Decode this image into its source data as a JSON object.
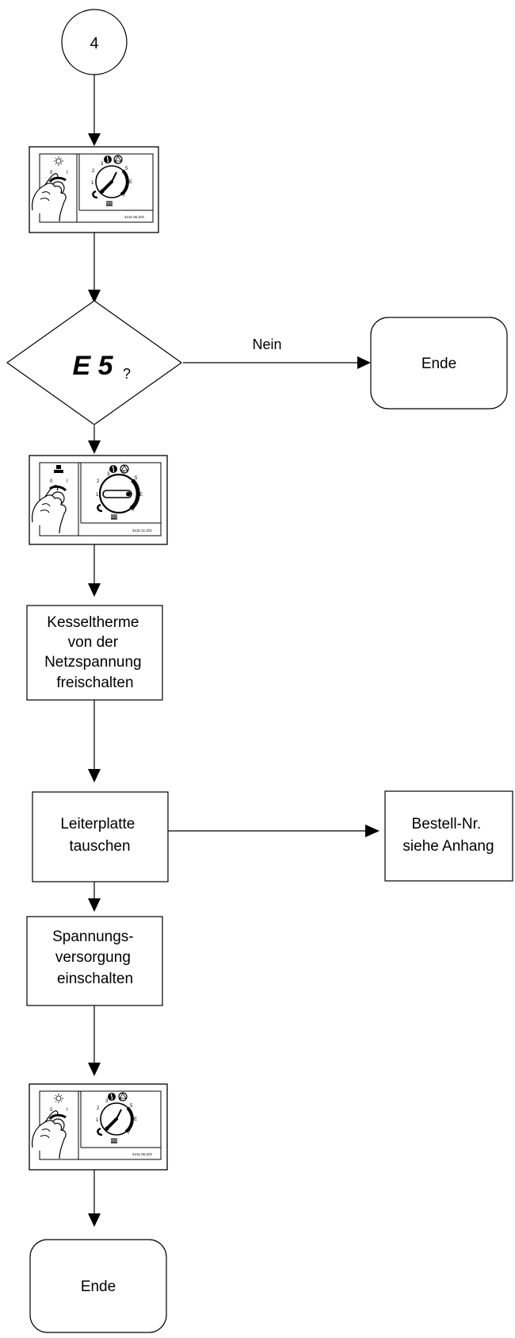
{
  "connector": {
    "label": "4"
  },
  "decision": {
    "code": "E 5",
    "question_mark": "?",
    "no_label": "Nein"
  },
  "panel_1": {
    "code": "4131-05.2/O",
    "switch_numbers": [
      "0",
      "I"
    ],
    "dial_numbers": [
      "1",
      "2",
      "3",
      "4",
      "5",
      "E",
      "7"
    ]
  },
  "panel_2": {
    "code": "4131-11.2/O",
    "switch_numbers": [
      "0",
      "I"
    ],
    "dial_numbers": [
      "1",
      "2",
      "3",
      "4",
      "5",
      "E",
      "7"
    ]
  },
  "panel_3": {
    "code": "4131-05.2/O",
    "switch_numbers": [
      "0",
      "I"
    ],
    "dial_numbers": [
      "1",
      "2",
      "3",
      "4",
      "5",
      "E",
      "7"
    ]
  },
  "end_1": {
    "label": "Ende"
  },
  "step_isolate": {
    "lines": [
      "Kesseltherme",
      "von der",
      "Netzspannung",
      "freischalten"
    ]
  },
  "step_board": {
    "lines": [
      "Leiterplatte",
      "tauschen"
    ]
  },
  "order_info": {
    "lines": [
      "Bestell-Nr.",
      "siehe Anhang"
    ]
  },
  "step_power": {
    "lines": [
      "Spannungs-",
      "versorgung",
      "einschalten"
    ]
  },
  "end_2": {
    "label": "Ende"
  }
}
